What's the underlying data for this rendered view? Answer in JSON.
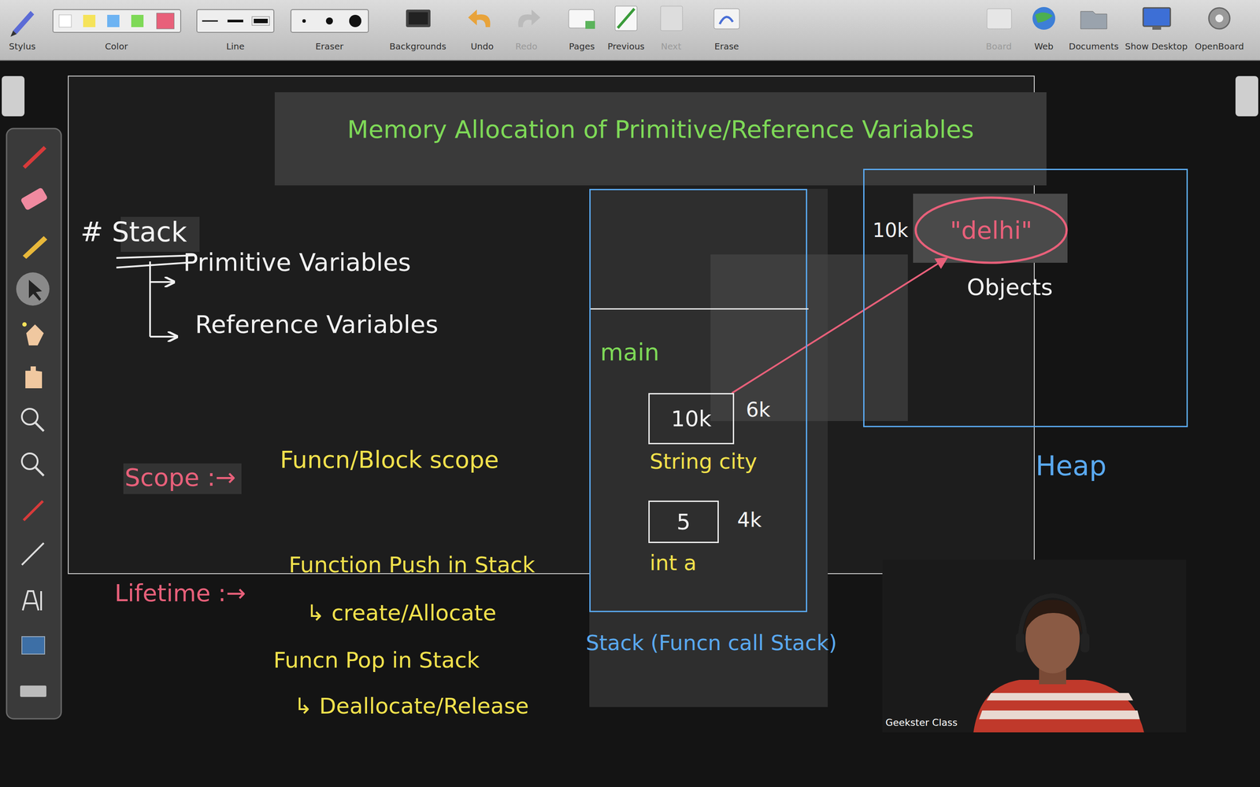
{
  "diagram": {
    "title": "Memory Allocation of Primitive/Reference Variables",
    "nodes": [
      {
        "text": [
          "Stack (Funcn call Stack)"
        ]
      },
      {
        "text": [
          "main"
        ],
        "in": 0
      },
      {
        "text": [
          "10k",
          "6k",
          "String city"
        ],
        "in": 1
      },
      {
        "text": [
          "5",
          "4k",
          "int a"
        ],
        "in": 1
      },
      {
        "text": [
          "Heap"
        ]
      },
      {
        "text": [
          "10k",
          "\"delhi\"",
          "Objects"
        ],
        "in": 4
      }
    ],
    "edges": [
      {
        "from": 2,
        "to": 5,
        "arrow": "to"
      }
    ],
    "labels": [
      "Stylus",
      "Color",
      "Line",
      "Eraser",
      "Backgrounds",
      "Undo",
      "Redo",
      "Pages",
      "Previous",
      "Next",
      "Erase",
      "Board",
      "Web",
      "Documents",
      "Show Desktop",
      "OpenBoard",
      "# Stack",
      "Primitive Variables",
      "Reference Variables",
      "Scope :→",
      "Funcn/Block scope",
      "Lifetime :→",
      "Function Push in Stack",
      "↳ create/Allocate",
      "Funcn Pop in Stack",
      "↳ Deallocate/Release",
      "Geekster Class"
    ]
  }
}
